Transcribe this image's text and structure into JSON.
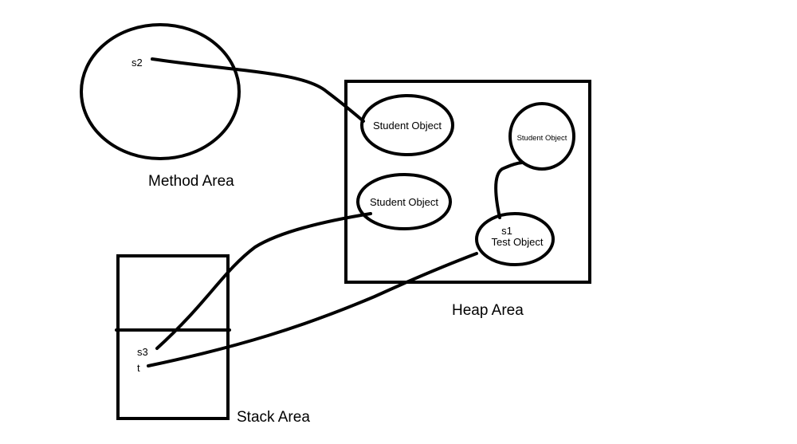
{
  "diagram": {
    "title": "JVM memory areas: object references",
    "colors": {
      "stroke": "#000000",
      "background": "#ffffff",
      "text": "#000000"
    },
    "areas": {
      "method_area": {
        "label": "Method Area",
        "variables": [
          "s2"
        ]
      },
      "heap_area": {
        "label": "Heap Area"
      },
      "stack_area": {
        "label": "Stack Area",
        "variables": [
          "s3",
          "t"
        ]
      }
    },
    "heap_objects": [
      {
        "id": "student1",
        "label": "Student Object"
      },
      {
        "id": "student2",
        "label": "Student Object"
      },
      {
        "id": "student3",
        "label": "Student Object"
      },
      {
        "id": "test",
        "field": "s1",
        "label": "Test Object"
      }
    ],
    "references": [
      {
        "from": "s2",
        "to": "student1"
      },
      {
        "from": "s3",
        "to": "student2"
      },
      {
        "from": "t",
        "to": "test"
      },
      {
        "from": "s1",
        "to": "student3"
      }
    ],
    "text": {
      "method_area_label": "Method Area",
      "heap_area_label": "Heap Area",
      "stack_area_label": "Stack Area",
      "var_s2": "s2",
      "var_s3": "s3",
      "var_t": "t",
      "var_s1": "s1",
      "student_object_1": "Student Object",
      "student_object_2": "Student Object",
      "student_object_3": "Student Object",
      "test_object": "Test Object"
    }
  }
}
